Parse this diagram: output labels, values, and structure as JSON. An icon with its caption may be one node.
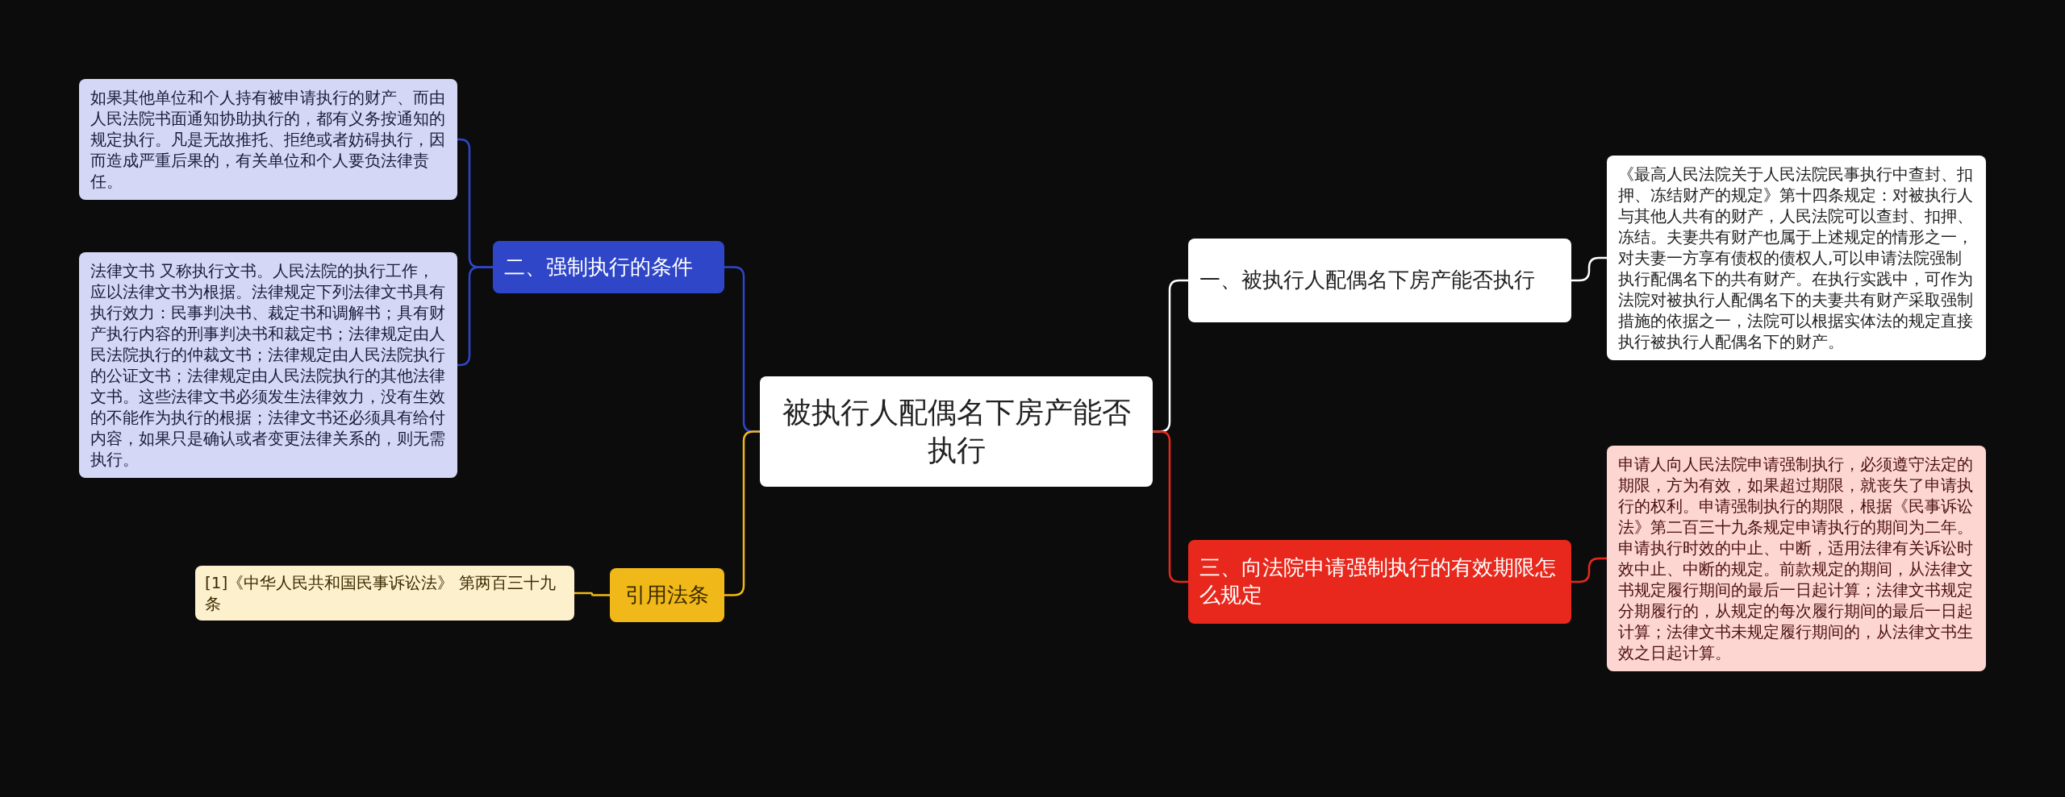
{
  "diagram": {
    "nodes": [
      {
        "text": [
          "被执行人配偶名下房产能否执行"
        ]
      },
      {
        "text": [
          "一、被执行人配偶名下房产能否执行"
        ]
      },
      {
        "text": [
          "《最高人民法院关于人民法院民事执行中查封、扣押、冻结财产的规定》第十四条规定：对被执行人与其他人共有的财产，人民法院可以查封、扣押、冻结。夫妻共有财产也属于上述规定的情形之一，对夫妻一方享有债权的债权人,可以申请法院强制执行配偶名下的共有财产。在执行实践中，可作为法院对被执行人配偶名下的夫妻共有财产采取强制措施的依据之一，法院可以根据实体法的规定直接执行被执行人配偶名下的财产。"
        ]
      },
      {
        "text": [
          "三、向法院申请强制执行的有效期限怎么规定"
        ]
      },
      {
        "text": [
          "申请人向人民法院申请强制执行，必须遵守法定的期限，方为有效，如果超过期限，就丧失了申请执行的权利。申请强制执行的期限，根据《民事诉讼法》第二百三十九条规定申请执行的期间为二年。申请执行时效的中止、中断，适用法律有关诉讼时效中止、中断的规定。前款规定的期间，从法律文书规定履行期间的最后一日起计算；法律文书规定分期履行的，从规定的每次履行期间的最后一日起计算；法律文书未规定履行期间的，从法律文书生效之日起计算。"
        ]
      },
      {
        "text": [
          "二、强制执行的条件"
        ]
      },
      {
        "text": [
          "如果其他单位和个人持有被申请执行的财产、而由人民法院书面通知协助执行的，都有义务按通知的规定执行。凡是无故推托、拒绝或者妨碍执行，因而造成严重后果的，有关单位和个人要负法律责任。"
        ]
      },
      {
        "text": [
          "法律文书 又称执行文书。人民法院的执行工作，应以法律文书为根据。法律规定下列法律文书具有执行效力：民事判决书、裁定书和调解书；具有财产执行内容的刑事判决书和裁定书；法律规定由人民法院执行的仲裁文书；法律规定由人民法院执行的公证文书；法律规定由人民法院执行的其他法律文书。这些法律文书必须发生法律效力，没有生效的不能作为执行的根据；法律文书还必须具有给付内容，如果只是确认或者变更法律关系的，则无需执行。"
        ]
      },
      {
        "text": [
          "引用法条"
        ]
      },
      {
        "text": [
          "[1]《中华人民共和国民事诉讼法》 第两百三十九条"
        ]
      }
    ],
    "edges": [
      {
        "from": 0,
        "to": 1,
        "arrow": "none",
        "color": "#ffffff"
      },
      {
        "from": 1,
        "to": 2,
        "arrow": "none",
        "color": "#ffffff"
      },
      {
        "from": 0,
        "to": 3,
        "arrow": "none",
        "color": "#e8281c"
      },
      {
        "from": 3,
        "to": 4,
        "arrow": "none",
        "color": "#e8281c"
      },
      {
        "from": 0,
        "to": 5,
        "arrow": "none",
        "color": "#2f46c8"
      },
      {
        "from": 5,
        "to": 6,
        "arrow": "none",
        "color": "#2f46c8"
      },
      {
        "from": 5,
        "to": 7,
        "arrow": "none",
        "color": "#2f46c8"
      },
      {
        "from": 0,
        "to": 8,
        "arrow": "none",
        "color": "#f0b818"
      },
      {
        "from": 8,
        "to": 9,
        "arrow": "none",
        "color": "#f0b818"
      }
    ]
  }
}
